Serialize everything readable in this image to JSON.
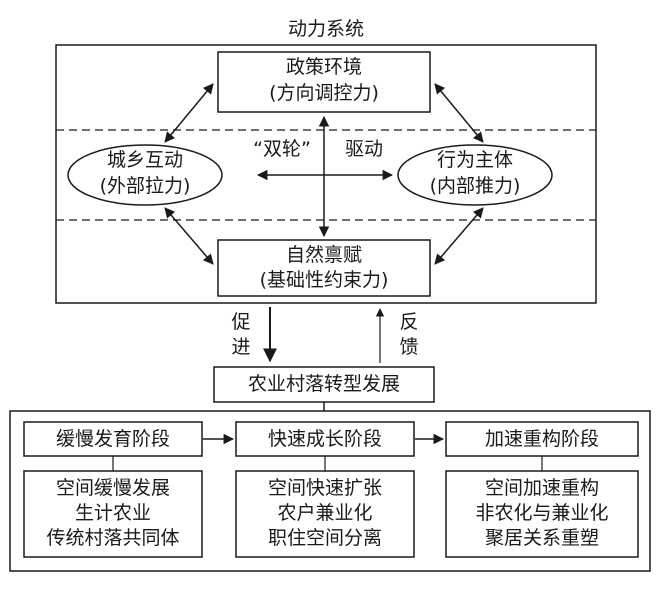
{
  "title": "动力系统",
  "nodes": {
    "policy": {
      "line1": "政策环境",
      "line2": "(方向调控力)"
    },
    "urban_rural": {
      "line1": "城乡互动",
      "line2": "(外部拉力)"
    },
    "actors": {
      "line1": "行为主体",
      "line2": "(内部推力)"
    },
    "natural": {
      "line1": "自然禀赋",
      "line2": "(基础性约束力)"
    }
  },
  "drive_label": {
    "part1": "“双轮”",
    "part2": "驱动"
  },
  "promote_label": [
    "促",
    "进"
  ],
  "feedback_label": [
    "反",
    "馈"
  ],
  "transform": "农业村落转型发展",
  "stages": [
    {
      "name": "缓慢发育阶段",
      "features": [
        "空间缓慢发展",
        "生计农业",
        "传统村落共同体"
      ]
    },
    {
      "name": "快速成长阶段",
      "features": [
        "空间快速扩张",
        "农户兼业化",
        "职住空间分离"
      ]
    },
    {
      "name": "加速重构阶段",
      "features": [
        "空间加速重构",
        "非农化与兼业化",
        "聚居关系重塑"
      ]
    }
  ],
  "colors": {
    "stroke": "#1a1a1a",
    "background": "#ffffff"
  }
}
